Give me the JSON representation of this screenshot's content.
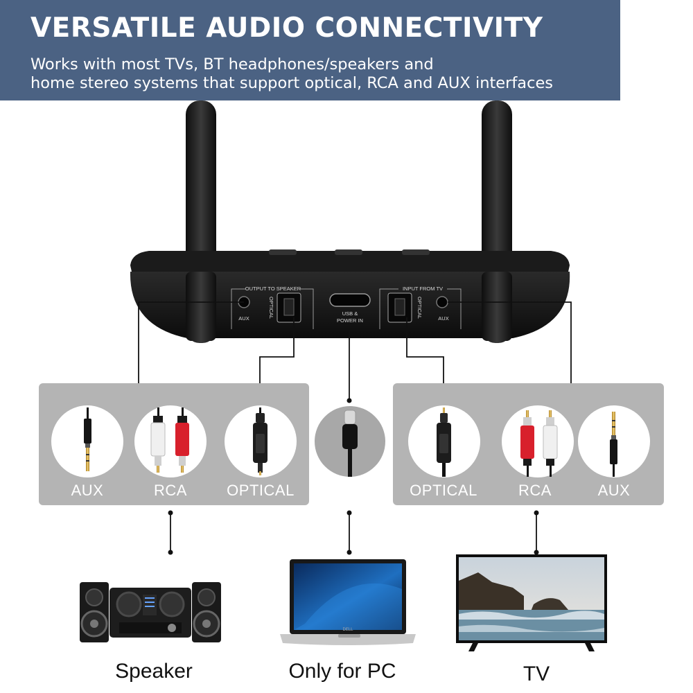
{
  "header": {
    "title": "VERSATILE AUDIO CONNECTIVITY",
    "subtitle_line1": "Works with most TVs, BT headphones/speakers and",
    "subtitle_line2": "home stereo systems that support optical, RCA and AUX interfaces"
  },
  "device_panel": {
    "output_label": "OUTPUT TO SPEAKER",
    "input_label": "INPUT FROM TV",
    "aux_left": "AUX",
    "optical_left": "OPTICAL",
    "usb_line1": "USB &",
    "usb_line2": "POWER IN",
    "optical_right": "OPTICAL",
    "aux_right": "AUX"
  },
  "left_group": {
    "labels": [
      "AUX",
      "RCA",
      "OPTICAL"
    ]
  },
  "right_group": {
    "labels": [
      "OPTICAL",
      "RCA",
      "AUX"
    ]
  },
  "targets": {
    "speaker": "Speaker",
    "pc": "Only for PC",
    "tv": "TV"
  },
  "laptop_brand": "DELL",
  "colors": {
    "banner": "#4b6283",
    "panel_gray": "#b4b4b4",
    "circle_gray": "#a8a8a8",
    "rca_red": "#d8202c",
    "device_black": "#1a1a1a"
  }
}
